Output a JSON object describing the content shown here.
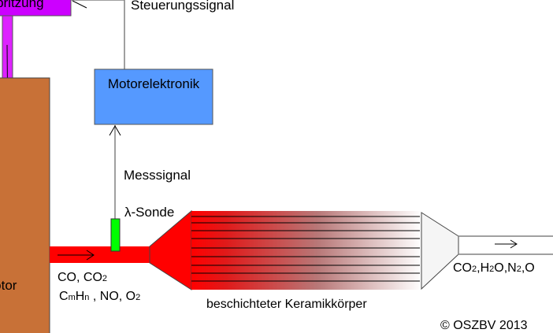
{
  "labels": {
    "injection": "Einspritzung",
    "control_signal": "Steuerungssignal",
    "ecu": "Motorelektronik",
    "measure_signal": "Messsignal",
    "lambda_probe": "λ-Sonde",
    "engine": "Motor",
    "raw_gas_line1": {
      "a": "CO, CO",
      "a_sub": "2"
    },
    "raw_gas_line2": {
      "c": "C",
      "m": "m",
      "h": "H",
      "n": "n",
      "rest": " , NO, O",
      "o_sub": "2"
    },
    "ceramic": "beschichteter Keramikkörper",
    "clean_gas": {
      "co": "CO",
      "s1": "2",
      "h": ",H",
      "s2": "2",
      "o": "O,N",
      "s3": "2",
      "rest": ",O"
    },
    "copyright": "© OSZBV 2013"
  },
  "colors": {
    "injection": "#cc00ff",
    "engine": "#c87137",
    "ecu": "#5599ff",
    "probe": "#00ff00",
    "exhaust": "#ff0000"
  }
}
